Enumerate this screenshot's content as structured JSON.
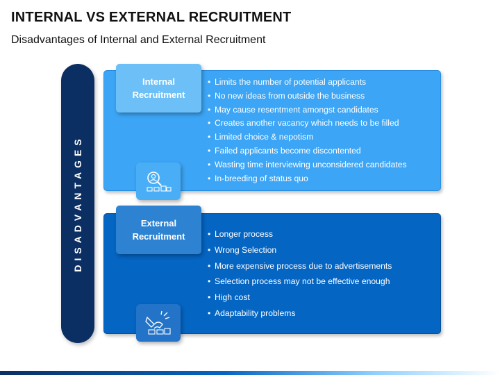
{
  "title": "INTERNAL VS EXTERNAL RECRUITMENT",
  "subtitle": "Disadvantages of Internal and External Recruitment",
  "side_label": "DISADVANTAGES",
  "internal": {
    "heading_line1": "Internal",
    "heading_line2": "Recruitment",
    "icon": "magnifier-candidate-icon",
    "points": [
      "Limits the number of potential applicants",
      "No new ideas from outside the business",
      "May cause resentment amongst candidates",
      "Creates another vacancy which needs to be filled",
      "Limited choice & nepotism",
      "Failed applicants become discontented",
      "Wasting time interviewing  unconsidered  candidates",
      "In-breeding of status quo"
    ]
  },
  "external": {
    "heading_line1": "External",
    "heading_line2": "Recruitment",
    "icon": "hiring-handshake-icon",
    "points": [
      "Longer process",
      "Wrong Selection",
      "More expensive process due to advertisements",
      "Selection process may not be effective enough",
      "High cost",
      "Adaptability problems"
    ]
  },
  "colors": {
    "navy": "#0b2f63",
    "internal_panel": "#3ca5f5",
    "external_panel": "#0565c3"
  }
}
